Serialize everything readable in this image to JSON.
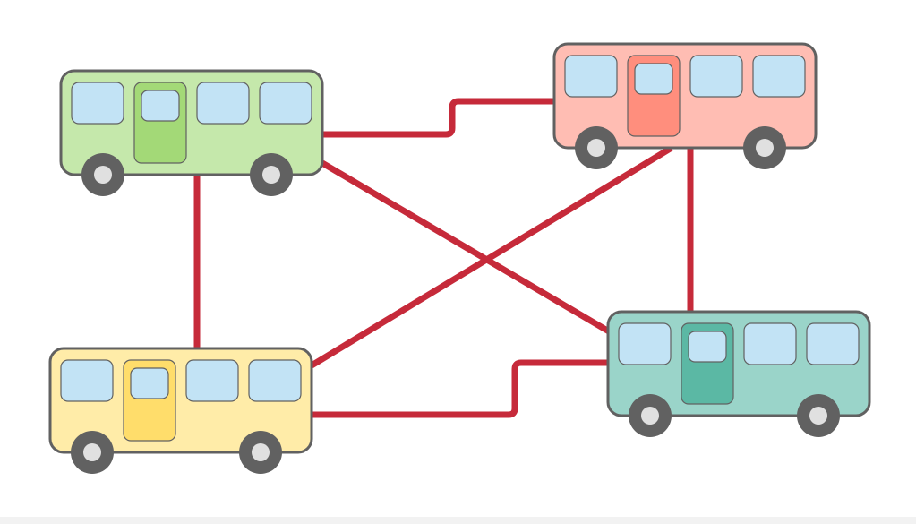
{
  "colors": {
    "connection": "#c62a3a",
    "outline": "#616161",
    "window": "#c2e3f5",
    "wheel": "#616161",
    "hub": "#e0e0e0"
  },
  "buses": [
    {
      "id": "green",
      "body": "#c5e8ab",
      "door": "#a3d977",
      "icon": "bus-icon"
    },
    {
      "id": "red",
      "body": "#ffbdb3",
      "door": "#ff8e7d",
      "icon": "bus-icon"
    },
    {
      "id": "yellow",
      "body": "#ffeca8",
      "door": "#ffdd6b",
      "icon": "bus-icon"
    },
    {
      "id": "teal",
      "body": "#9ad4c9",
      "door": "#5bb8a4",
      "icon": "bus-icon"
    }
  ]
}
